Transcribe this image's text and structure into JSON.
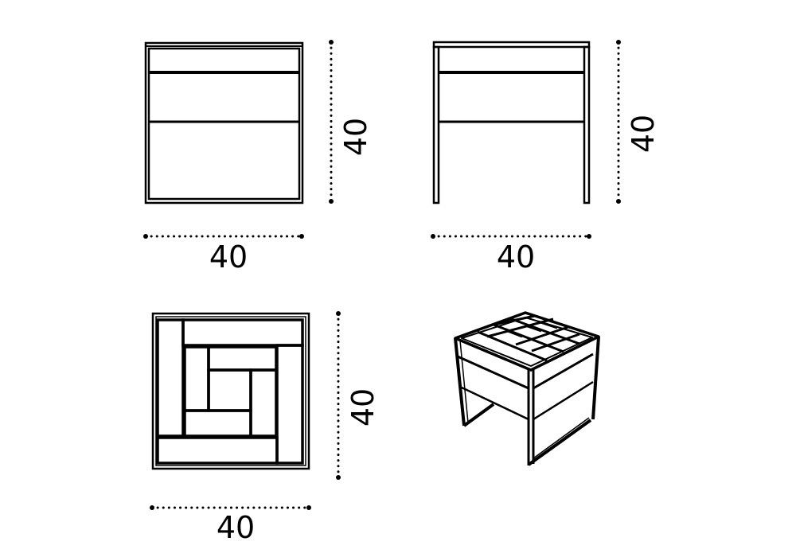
{
  "views": {
    "front": {
      "height_label": "40",
      "width_label": "40"
    },
    "side": {
      "height_label": "40",
      "width_label": "40"
    },
    "top": {
      "depth_label": "40",
      "width_label": "40"
    },
    "perspective": {}
  },
  "colors": {
    "line": "#000000",
    "background": "#ffffff"
  }
}
